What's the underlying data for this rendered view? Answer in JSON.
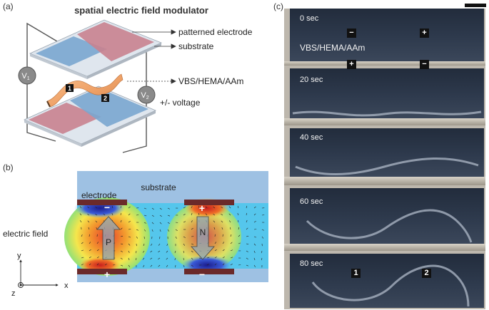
{
  "panels": {
    "a": {
      "label": "(a)",
      "title": "spatial electric field modulator",
      "callouts": {
        "electrode": "patterned electrode",
        "substrate": "substrate",
        "gel": "VBS/HEMA/AAm",
        "voltage": "+/- voltage"
      },
      "voltmeters": {
        "v1": {
          "sym": "V",
          "sub": "1"
        },
        "v2": {
          "sym": "V",
          "sub": "2"
        }
      },
      "markers": [
        "1",
        "2"
      ]
    },
    "b": {
      "label": "(b)",
      "labels": {
        "electrode": "electrode",
        "substrate": "substrate",
        "field": "electric field"
      },
      "signs": {
        "top_left": "−",
        "top_right": "+",
        "bottom_left": "+",
        "bottom_right": "−"
      },
      "arrows": {
        "left": "P",
        "right": "N"
      },
      "axes": {
        "y": "y",
        "x": "x",
        "z": "z"
      }
    },
    "c": {
      "label": "(c)",
      "frames": [
        {
          "time": "0 sec"
        },
        {
          "time": "20 sec"
        },
        {
          "time": "40 sec"
        },
        {
          "time": "60 sec"
        },
        {
          "time": "80 sec"
        }
      ],
      "signs_top": [
        "−",
        "+"
      ],
      "signs_second": [
        "+",
        "−"
      ],
      "material": "VBS/HEMA/AAm",
      "markers": [
        "1",
        "2"
      ]
    }
  },
  "colors": {
    "electrode_red": "#c9828f",
    "electrode_blue": "#7aa6cf",
    "gel_orange": "#f0a46a",
    "substrate_blue": "#9ec1e3"
  }
}
